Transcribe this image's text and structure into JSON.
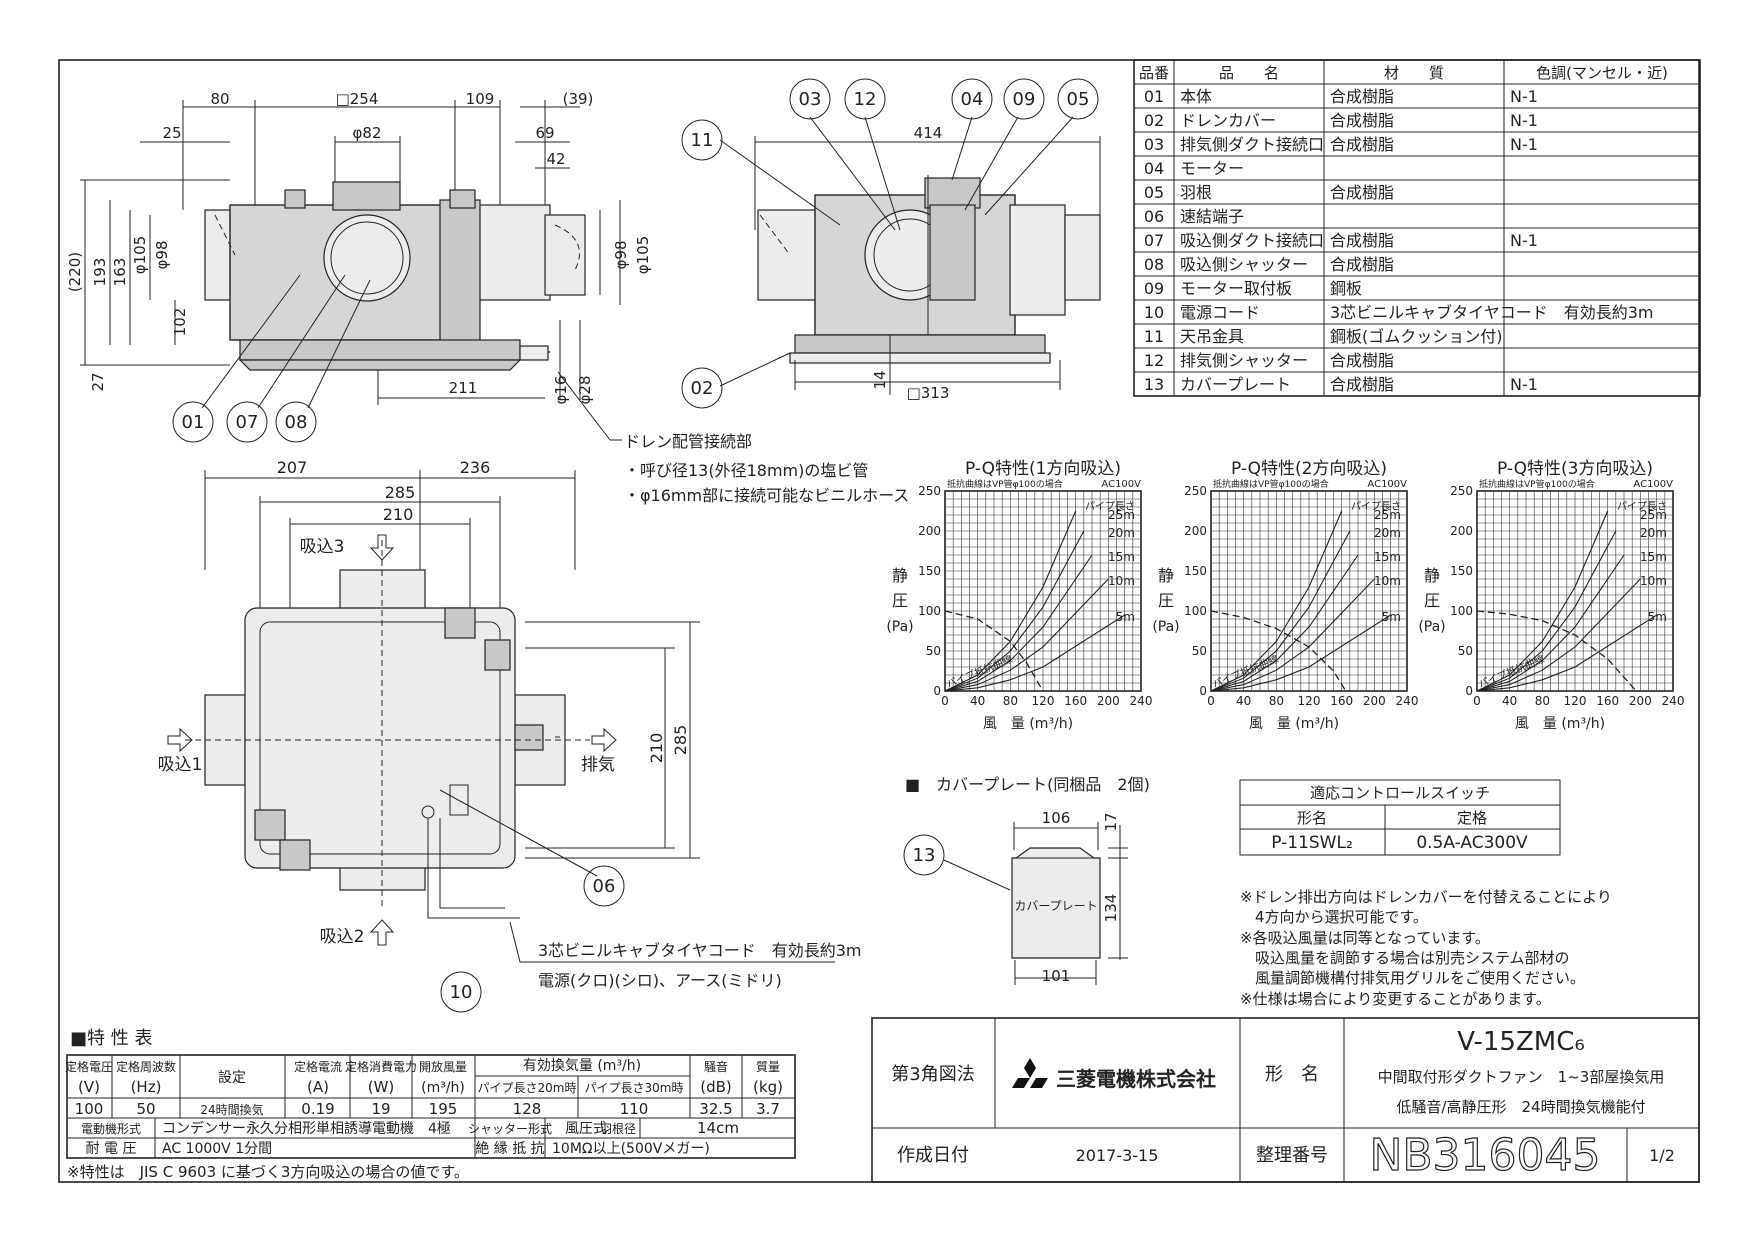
{
  "dims": {
    "d80": "80",
    "d254": "□254",
    "d109": "109",
    "d39": "(39)",
    "d25": "25",
    "d82": "φ82",
    "d69": "69",
    "d42": "42",
    "d220": "(220)",
    "d193": "193",
    "d163": "163",
    "d105": "φ105",
    "d98": "φ98",
    "d102": "102",
    "d98r": "φ98",
    "d105r": "φ105",
    "d27": "27",
    "d211": "211",
    "d16": "φ16",
    "d28": "φ28",
    "d414": "414",
    "d14": "14",
    "d313": "□313",
    "d207": "207",
    "d236": "236",
    "d285": "285",
    "d210": "210",
    "d210v": "210",
    "d285v": "285",
    "c106": "106",
    "c17": "17",
    "c134": "134",
    "c101": "101"
  },
  "balloons": [
    "01",
    "07",
    "08",
    "11",
    "03",
    "12",
    "04",
    "09",
    "05",
    "02",
    "06",
    "10",
    "13"
  ],
  "drain": {
    "title": "ドレン配管接続部",
    "line1": "・呼び径13(外径18mm)の塩ビ管",
    "line2": "・φ16mm部に接続可能なビニルホース"
  },
  "plan": {
    "in1": "吸込1",
    "in2": "吸込2",
    "in3": "吸込3",
    "exhaust": "排気",
    "cord": "3芯ビニルキャブタイヤコード　有効長約3m",
    "cord_colors": "電源(クロ)(シロ)、アース(ミドリ)"
  },
  "parts": {
    "headers": [
      "品番",
      "品　　名",
      "材　　質",
      "色調(マンセル・近)"
    ],
    "rows": [
      [
        "01",
        "本体",
        "合成樹脂",
        "N-1"
      ],
      [
        "02",
        "ドレンカバー",
        "合成樹脂",
        "N-1"
      ],
      [
        "03",
        "排気側ダクト接続口",
        "合成樹脂",
        "N-1"
      ],
      [
        "04",
        "モーター",
        "",
        ""
      ],
      [
        "05",
        "羽根",
        "合成樹脂",
        ""
      ],
      [
        "06",
        "速結端子",
        "",
        ""
      ],
      [
        "07",
        "吸込側ダクト接続口",
        "合成樹脂",
        "N-1"
      ],
      [
        "08",
        "吸込側シャッター",
        "合成樹脂",
        ""
      ],
      [
        "09",
        "モーター取付板",
        "鋼板",
        ""
      ],
      [
        "10",
        "電源コード",
        "3芯ビニルキャブタイヤコード　有効長約3m",
        ""
      ],
      [
        "11",
        "天吊金具",
        "鋼板(ゴムクッション付)",
        ""
      ],
      [
        "12",
        "排気側シャッター",
        "合成樹脂",
        ""
      ],
      [
        "13",
        "カバープレート",
        "合成樹脂",
        "N-1"
      ]
    ]
  },
  "charts_text": {
    "ylabel": [
      "静",
      "圧",
      "(Pa)"
    ],
    "xlabel": "風　量 (m³/h)",
    "note": "抵抗曲線はVP管φ100の場合",
    "voltage": "AC100V",
    "pipe_len": "パイプ長さ",
    "pipe_curve": "パイプ抵抗曲線"
  },
  "chart_data": [
    {
      "type": "line",
      "title": "P-Q特性(1方向吸込)",
      "xlabel": "風量 (m³/h)",
      "ylabel": "静圧 (Pa)",
      "xlim": [
        0,
        240
      ],
      "ylim": [
        0,
        250
      ],
      "x_ticks": [
        0,
        40,
        80,
        120,
        160,
        200,
        240
      ],
      "y_ticks": [
        0,
        50,
        100,
        150,
        200,
        250
      ],
      "grid": true,
      "series": [
        {
          "name": "",
          "x": [
            0,
            40,
            80,
            100,
            120
          ],
          "y": [
            100,
            90,
            62,
            35,
            0
          ],
          "style": "dashed"
        },
        {
          "name": "25m",
          "x": [
            0,
            40,
            80,
            120,
            160
          ],
          "y": [
            0,
            20,
            62,
            130,
            225
          ]
        },
        {
          "name": "20m",
          "x": [
            0,
            40,
            80,
            120,
            170
          ],
          "y": [
            0,
            16,
            50,
            105,
            200
          ]
        },
        {
          "name": "15m",
          "x": [
            0,
            40,
            80,
            120,
            180
          ],
          "y": [
            0,
            12,
            38,
            80,
            170
          ]
        },
        {
          "name": "10m",
          "x": [
            0,
            40,
            80,
            120,
            200
          ],
          "y": [
            0,
            8,
            26,
            55,
            140
          ]
        },
        {
          "name": "5m",
          "x": [
            0,
            40,
            80,
            120,
            220
          ],
          "y": [
            0,
            4,
            14,
            30,
            95
          ]
        }
      ]
    },
    {
      "type": "line",
      "title": "P-Q特性(2方向吸込)",
      "xlabel": "風量 (m³/h)",
      "ylabel": "静圧 (Pa)",
      "xlim": [
        0,
        240
      ],
      "ylim": [
        0,
        250
      ],
      "x_ticks": [
        0,
        40,
        80,
        120,
        160,
        200,
        240
      ],
      "y_ticks": [
        0,
        50,
        100,
        150,
        200,
        250
      ],
      "grid": true,
      "series": [
        {
          "name": "",
          "x": [
            0,
            40,
            80,
            120,
            150,
            165
          ],
          "y": [
            100,
            92,
            78,
            55,
            25,
            0
          ],
          "style": "dashed"
        },
        {
          "name": "25m",
          "x": [
            0,
            40,
            80,
            120,
            160
          ],
          "y": [
            0,
            20,
            62,
            130,
            225
          ]
        },
        {
          "name": "20m",
          "x": [
            0,
            40,
            80,
            120,
            170
          ],
          "y": [
            0,
            16,
            50,
            105,
            200
          ]
        },
        {
          "name": "15m",
          "x": [
            0,
            40,
            80,
            120,
            180
          ],
          "y": [
            0,
            12,
            38,
            80,
            170
          ]
        },
        {
          "name": "10m",
          "x": [
            0,
            40,
            80,
            120,
            200
          ],
          "y": [
            0,
            8,
            26,
            55,
            140
          ]
        },
        {
          "name": "5m",
          "x": [
            0,
            40,
            80,
            120,
            220
          ],
          "y": [
            0,
            4,
            14,
            30,
            95
          ]
        }
      ]
    },
    {
      "type": "line",
      "title": "P-Q特性(3方向吸込)",
      "xlabel": "風量 (m³/h)",
      "ylabel": "静圧 (Pa)",
      "xlim": [
        0,
        240
      ],
      "ylim": [
        0,
        250
      ],
      "x_ticks": [
        0,
        40,
        80,
        120,
        160,
        200,
        240
      ],
      "y_ticks": [
        0,
        50,
        100,
        150,
        200,
        250
      ],
      "grid": true,
      "series": [
        {
          "name": "",
          "x": [
            0,
            40,
            80,
            120,
            160,
            195
          ],
          "y": [
            100,
            96,
            88,
            70,
            40,
            0
          ],
          "style": "dashed"
        },
        {
          "name": "25m",
          "x": [
            0,
            40,
            80,
            120,
            160
          ],
          "y": [
            0,
            20,
            62,
            130,
            225
          ]
        },
        {
          "name": "20m",
          "x": [
            0,
            40,
            80,
            120,
            170
          ],
          "y": [
            0,
            16,
            50,
            105,
            200
          ]
        },
        {
          "name": "15m",
          "x": [
            0,
            40,
            80,
            120,
            180
          ],
          "y": [
            0,
            12,
            38,
            80,
            170
          ]
        },
        {
          "name": "10m",
          "x": [
            0,
            40,
            80,
            120,
            200
          ],
          "y": [
            0,
            8,
            26,
            55,
            140
          ]
        },
        {
          "name": "5m",
          "x": [
            0,
            40,
            80,
            120,
            220
          ],
          "y": [
            0,
            4,
            14,
            30,
            95
          ]
        }
      ]
    }
  ],
  "cover": {
    "title": "■　カバープレート(同梱品　2個)",
    "label": "カバープレート"
  },
  "switch": {
    "title": "適応コントロールスイッチ",
    "h1": "形名",
    "h2": "定格",
    "v1": "P-11SWL₂",
    "v2": "0.5A-AC300V"
  },
  "notes": [
    "※ドレン排出方向はドレンカバーを付替えることにより",
    "　4方向から選択可能です。",
    "※各吸込風量は同等となっています。",
    "　吸込風量を調節する場合は別売システム部材の",
    "　風量調節機構付排気用グリルをご使用ください。",
    "※仕様は場合により変更することがあります。"
  ],
  "specs": {
    "title": "■特 性 表",
    "h_voltage": "定格電圧",
    "h_voltage_u": "(V)",
    "h_freq": "定格周波数",
    "h_freq_u": "(Hz)",
    "h_setting": "設定",
    "h_current": "定格電流",
    "h_current_u": "(A)",
    "h_power": "定格消費電力",
    "h_power_u": "(W)",
    "h_open": "開放風量",
    "h_open_u": "(m³/h)",
    "h_eff": "有効換気量 (m³/h)",
    "h_eff20": "パイプ長さ20m時",
    "h_eff30": "パイプ長さ30m時",
    "h_noise": "騒音",
    "h_noise_u": "(dB)",
    "h_mass": "質量",
    "h_mass_u": "(kg)",
    "v_voltage": "100",
    "v_freq": "50",
    "v_setting": "24時間換気",
    "v_current": "0.19",
    "v_power": "19",
    "v_open": "195",
    "v_eff20": "128",
    "v_eff30": "110",
    "v_noise": "32.5",
    "v_mass": "3.7",
    "motor_l": "電動機形式",
    "motor_v": "コンデンサー永久分相形単相誘導電動機　4極",
    "shutter_l": "シャッター形式",
    "shutter_v": "風圧式",
    "blade_l": "羽根径",
    "blade_v": "14cm",
    "withstand_l": "耐 電 圧",
    "withstand_v": "AC 1000V 1分間",
    "insul_l": "絶 縁 抵 抗",
    "insul_v": "10MΩ以上(500Vメガー)",
    "footnote": "※特性は　JIS C 9603 に基づく3方向吸込の場合の値です。"
  },
  "titleblock": {
    "projection": "第3角図法",
    "company": "三菱電機株式会社",
    "model_label": "形　名",
    "model": "V-15ZMC₆",
    "desc1": "中間取付形ダクトファン　1~3部屋換気用",
    "desc2": "低騒音/高静圧形　24時間換気機能付",
    "date_label": "作成日付",
    "date": "2017-3-15",
    "doc_label": "整理番号",
    "doc_no": "NB316045",
    "page": "1/2",
    "logo_color": "#111111"
  }
}
